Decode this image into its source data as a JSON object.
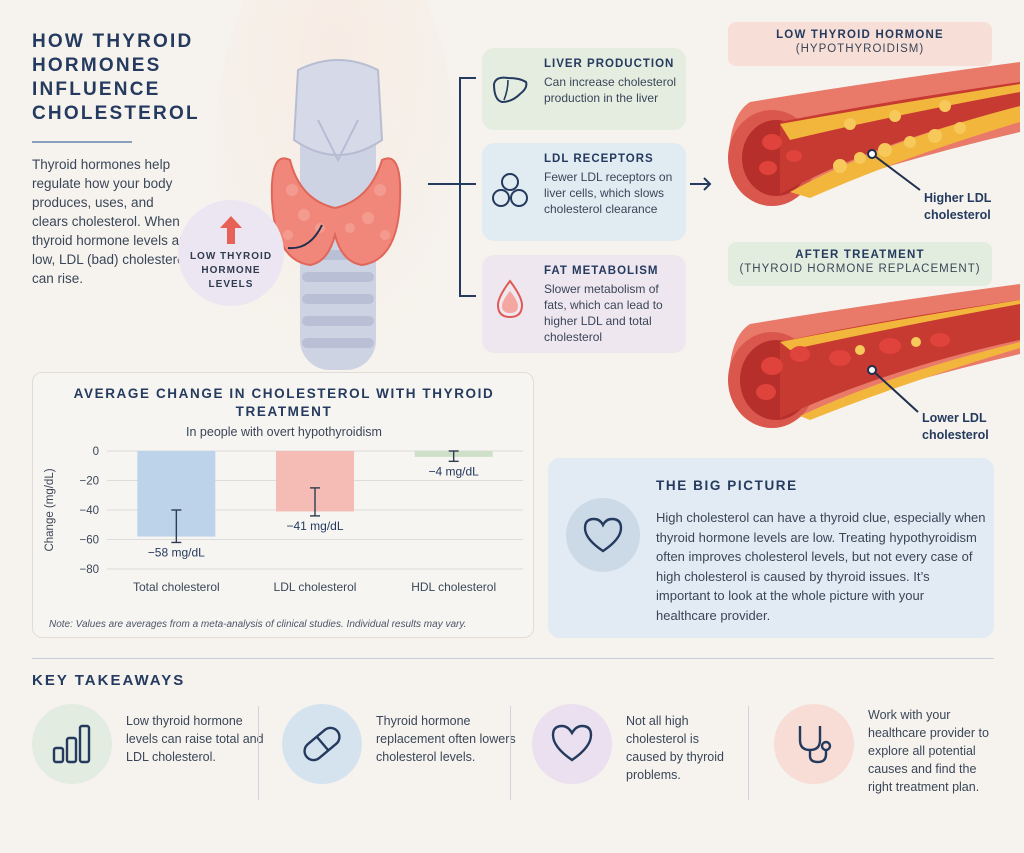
{
  "header": {
    "title": "HOW THYROID HORMONES INFLUENCE CHOLESTEROL",
    "intro": "Thyroid hormones help regulate how your body produces, uses, and clears cholesterol. When thyroid hormone levels are low, LDL (bad) cholesterol can rise."
  },
  "badge": {
    "label": "LOW THYROID HORMONE LEVELS"
  },
  "mechanisms": [
    {
      "title": "LIVER PRODUCTION",
      "text": "Can increase cholesterol production in the liver",
      "icon": "liver-icon"
    },
    {
      "title": "LDL RECEPTORS",
      "text": "Fewer LDL receptors on liver cells, which slows cholesterol clearance",
      "icon": "receptors-icon"
    },
    {
      "title": "FAT METABOLISM",
      "text": "Slower metabolism of fats, which can lead to higher LDL and total cholesterol",
      "icon": "fat-drop-icon"
    }
  ],
  "vessels": {
    "low": {
      "title": "LOW THYROID HORMONE",
      "subtitle": "(HYPOTHYROIDISM)",
      "caption": "Higher LDL cholesterol"
    },
    "after": {
      "title": "AFTER TREATMENT",
      "subtitle": "(THYROID HORMONE REPLACEMENT)",
      "caption": "Lower LDL cholesterol"
    }
  },
  "chart_data": {
    "type": "bar",
    "title": "AVERAGE CHANGE IN CHOLESTEROL WITH THYROID TREATMENT",
    "subtitle": "In people with overt hypothyroidism",
    "ylabel": "Change (mg/dL)",
    "xlabel": "",
    "ylim": [
      -80,
      0
    ],
    "yticks": [
      0,
      -20,
      -40,
      -60,
      -80
    ],
    "categories": [
      "Total cholesterol",
      "LDL cholesterol",
      "HDL cholesterol"
    ],
    "values": [
      -58,
      -41,
      -4
    ],
    "error_low": [
      -62,
      -44,
      -7
    ],
    "error_high": [
      -40,
      -25,
      0
    ],
    "labels": [
      "−58 mg/dL",
      "−41 mg/dL",
      "−4 mg/dL"
    ],
    "colors": [
      "#bcd3ea",
      "#f4bcb5",
      "#cfe0c8"
    ],
    "note": "Note: Values are averages from a meta-analysis of clinical studies. Individual results may vary."
  },
  "big_picture": {
    "title": "THE BIG PICTURE",
    "text": "High cholesterol can have a thyroid clue, especially when thyroid hormone levels are low. Treating hypothyroidism often improves cholesterol levels, but not every case of high cholesterol is caused by thyroid issues. It’s important to look at the whole picture with your healthcare provider."
  },
  "takeaways": {
    "title": "KEY TAKEAWAYS",
    "items": [
      {
        "text": "Low thyroid hormone levels can raise total and LDL cholesterol.",
        "icon": "bar-chart-icon"
      },
      {
        "text": "Thyroid hormone replacement often lowers cholesterol levels.",
        "icon": "pill-icon"
      },
      {
        "text": "Not all high cholesterol is caused by thyroid problems.",
        "icon": "heart-icon"
      },
      {
        "text": "Work with your healthcare provider to explore all potential causes and find the right treatment plan.",
        "icon": "stethoscope-icon"
      }
    ]
  }
}
